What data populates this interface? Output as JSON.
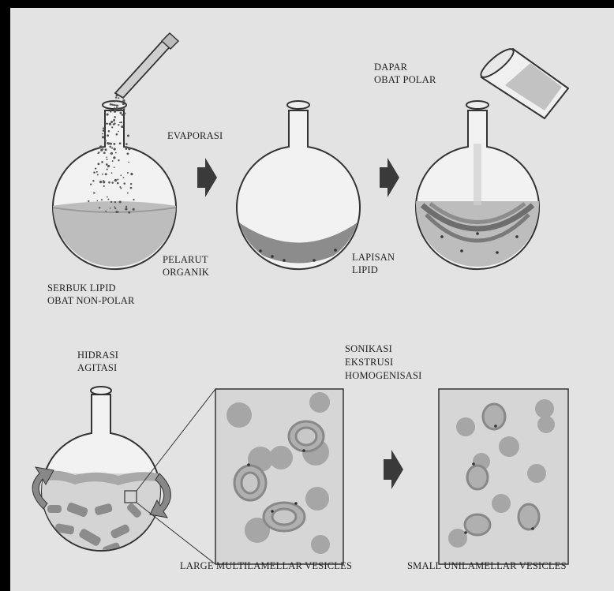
{
  "labels": {
    "evaporasi": "EVAPORASI",
    "dapar_line1": "DAPAR",
    "dapar_line2": "OBAT POLAR",
    "pelarut_line1": "PELARUT",
    "pelarut_line2": "ORGANIK",
    "serbuk_line1": "SERBUK LIPID",
    "serbuk_line2": "OBAT NON-POLAR",
    "lapisan_line1": "LAPISAN",
    "lapisan_line2": "LIPID",
    "hidrasi_line1": "HIDRASI",
    "hidrasi_line2": "AGITASI",
    "sonikasi_line1": "SONIKASI",
    "sonikasi_line2": "EKSTRUSI",
    "sonikasi_line3": "HOMOGENISASI",
    "large_vesicles": "LARGE MULTILAMELLAR VESICLES",
    "small_vesicles": "SMALL UNILAMELLAR VESICLES"
  },
  "colors": {
    "background": "#e3e3e3",
    "border": "#000000",
    "flask_fill": "#f2f2f2",
    "flask_stroke": "#333333",
    "liquid": "#bdbdbd",
    "lipid_layer": "#8c8c8c",
    "vesicle": "#a6a6a6",
    "arrow": "#3a3a3a",
    "dot": "#333333"
  },
  "icons": [
    "right-arrow-icon",
    "rotation-arrow-icon",
    "pouring-beaker-icon",
    "pipette-icon"
  ]
}
